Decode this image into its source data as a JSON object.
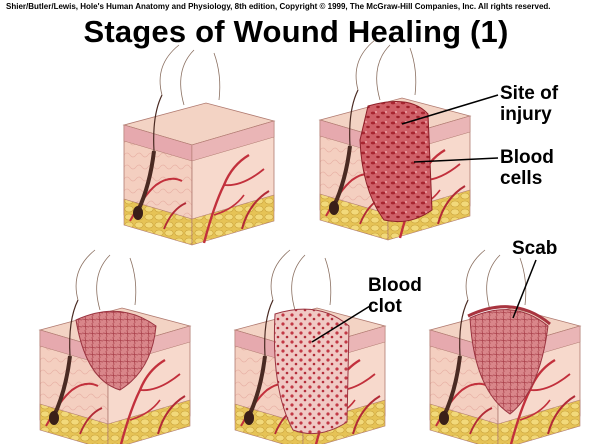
{
  "copyright": "Shier/Butler/Lewis, Hole's Human Anatomy and Physiology, 8th edition, Copyright © 1999, The McGraw-Hill Companies, Inc. All rights reserved.",
  "title": "Stages of Wound Healing (1)",
  "labels": {
    "site_of_injury": [
      "Site of",
      "injury"
    ],
    "blood_cells": [
      "Blood",
      "cells"
    ],
    "blood_clot": [
      "Blood",
      "clot"
    ],
    "scab": "Scab"
  },
  "colors": {
    "epidermis": "#e6a9ae",
    "dermis": "#f6d5c6",
    "subcutaneous_fat": "#e7c55c",
    "blood_vessel": "#c2303c",
    "wound": "#c9545d",
    "hair": "#4a2a22"
  }
}
